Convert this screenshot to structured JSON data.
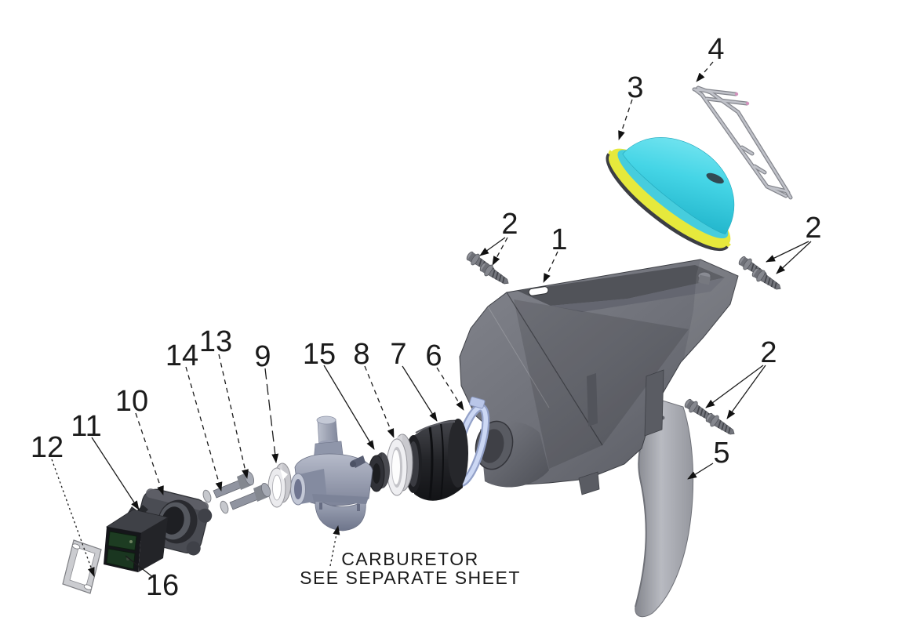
{
  "note": {
    "line1": "CARBURETOR",
    "line2": "SEE SEPARATE SHEET"
  },
  "callouts": {
    "c1": "1",
    "c2a": "2",
    "c2b": "2",
    "c2c": "2",
    "c3": "3",
    "c4": "4",
    "c5": "5",
    "c6": "6",
    "c7": "7",
    "c8": "8",
    "c9": "9",
    "c10": "10",
    "c11": "11",
    "c12": "12",
    "c13": "13",
    "c14": "14",
    "c15": "15",
    "c16": "16"
  },
  "colors": {
    "background": "#ffffff",
    "leader_line": "#1c1c1c",
    "airbox_gray": "#70727a",
    "filter_dome_cyan": "#45d5e6",
    "filter_seal_yellow": "#e6e93c",
    "clamp_blue": "#ccd8f4",
    "boot_black": "#2b2c30",
    "carburetor_gray": "#9aa0b2",
    "reed_green": "#1d3c22",
    "flap_gray": "#a9abb2",
    "hardware_gray": "#85878e"
  }
}
